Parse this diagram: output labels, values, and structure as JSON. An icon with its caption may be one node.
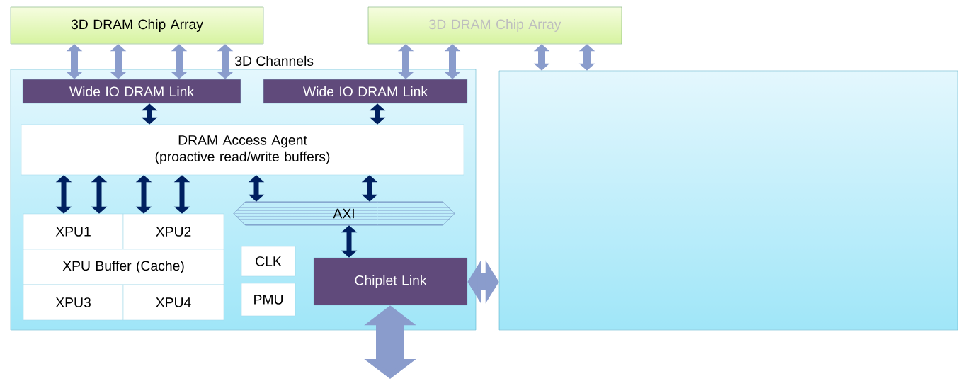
{
  "diagram": {
    "nodes": [
      {
        "text": [
          "3D DRAM Chip Array"
        ]
      },
      {
        "text": [
          "3D DRAM Chip Array"
        ]
      },
      {
        "text": [],
        "shape": "box"
      },
      {
        "text": [],
        "shape": "box"
      },
      {
        "text": [
          "Wide IO DRAM Link"
        ],
        "in": 2
      },
      {
        "text": [
          "Wide IO DRAM Link"
        ],
        "in": 2
      },
      {
        "text": [
          "DRAM Access Agent (proactive read/write buffers)"
        ],
        "in": 2
      },
      {
        "text": [
          "AXI"
        ],
        "in": 2
      },
      {
        "text": [
          "XPU1"
        ],
        "in": 2
      },
      {
        "text": [
          "XPU2"
        ],
        "in": 2
      },
      {
        "text": [
          "XPU Buffer (Cache)"
        ],
        "in": 2
      },
      {
        "text": [
          "XPU3"
        ],
        "in": 2
      },
      {
        "text": [
          "XPU4"
        ],
        "in": 2
      },
      {
        "text": [
          "CLK"
        ],
        "in": 2
      },
      {
        "text": [
          "PMU"
        ],
        "in": 2
      },
      {
        "text": [
          "Chiplet Link"
        ],
        "in": 2
      }
    ],
    "edges": [
      {
        "from": 0,
        "to": 4,
        "arrow": "both"
      },
      {
        "from": 0,
        "to": 4,
        "arrow": "both"
      },
      {
        "from": 0,
        "to": 4,
        "arrow": "both"
      },
      {
        "from": 0,
        "to": 4,
        "arrow": "both"
      },
      {
        "from": 1,
        "to": 5,
        "arrow": "both"
      },
      {
        "from": 1,
        "to": 5,
        "arrow": "both"
      },
      {
        "from": 1,
        "to": 3,
        "arrow": "both"
      },
      {
        "from": 1,
        "to": 3,
        "arrow": "both"
      },
      {
        "from": 4,
        "to": 6,
        "arrow": "both",
        "color": "#002060"
      },
      {
        "from": 5,
        "to": 6,
        "arrow": "both",
        "color": "#002060"
      },
      {
        "from": 6,
        "to": 8,
        "arrow": "both",
        "color": "#002060"
      },
      {
        "from": 6,
        "to": 8,
        "arrow": "both",
        "color": "#002060"
      },
      {
        "from": 6,
        "to": 9,
        "arrow": "both",
        "color": "#002060"
      },
      {
        "from": 6,
        "to": 9,
        "arrow": "both",
        "color": "#002060"
      },
      {
        "from": 6,
        "to": 7,
        "arrow": "both",
        "color": "#002060"
      },
      {
        "from": 6,
        "to": 7,
        "arrow": "both",
        "color": "#002060"
      },
      {
        "from": 7,
        "to": 15,
        "arrow": "both",
        "color": "#002060"
      },
      {
        "from": 15,
        "to": 3,
        "arrow": "both",
        "style": "thick"
      },
      {
        "from": 15,
        "to": null,
        "arrow": "both",
        "style": "thick"
      }
    ],
    "labels": [
      "3D Channels"
    ]
  }
}
